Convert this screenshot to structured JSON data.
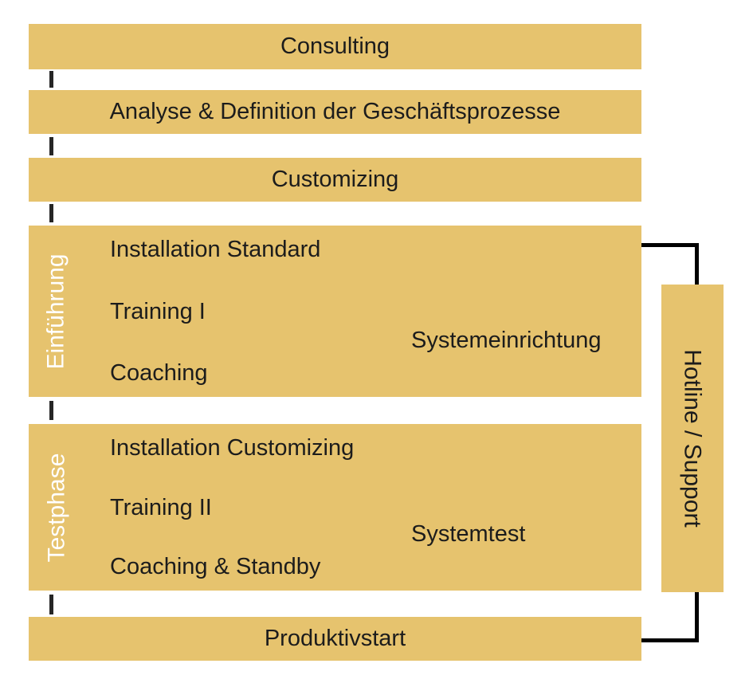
{
  "colors": {
    "bar": "#E6C36E",
    "text": "#1c1c1c",
    "light_label": "#ffffff",
    "connector": "#000000",
    "tick": "#262626",
    "background": "#ffffff"
  },
  "phases": {
    "consulting": "Consulting",
    "analyse": "Analyse & Definition der Geschäftsprozesse",
    "customizing": "Customizing",
    "einfuehrung": {
      "label": "Einführung",
      "items": [
        "Installation Standard",
        "Training I",
        "Coaching"
      ],
      "right_label": "Systemeinrichtung"
    },
    "testphase": {
      "label": "Testphase",
      "items": [
        "Installation Customizing",
        "Training II",
        "Coaching & Standby"
      ],
      "right_label": "Systemtest"
    },
    "produktivstart": "Produktivstart",
    "support": "Hotline / Support"
  }
}
